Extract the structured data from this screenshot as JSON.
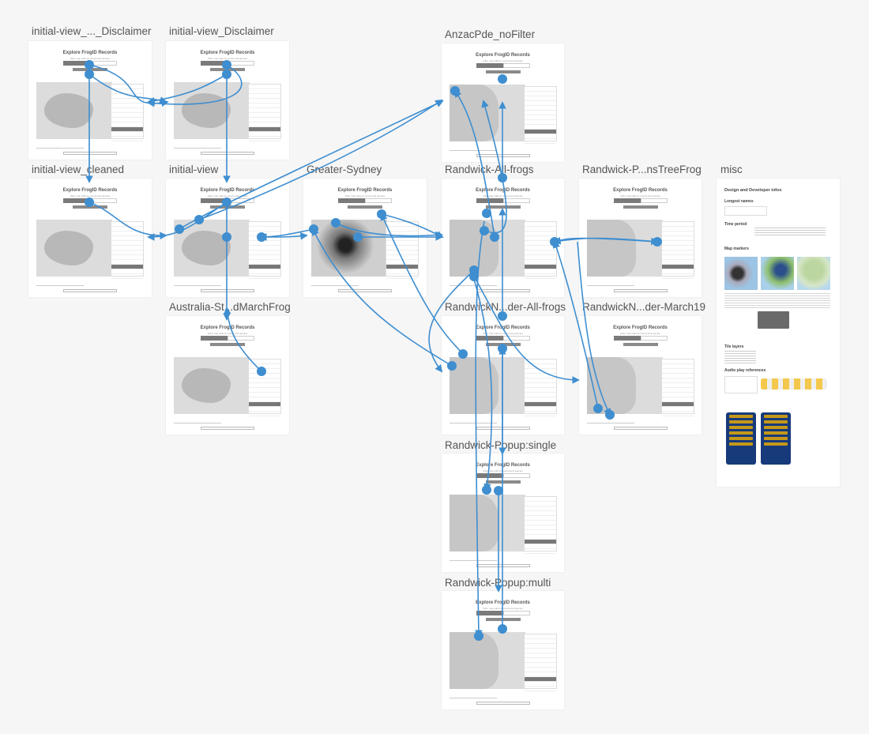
{
  "canvas": {
    "background": "#f6f6f6",
    "link_color": "#3e8ed0"
  },
  "artboards": [
    {
      "id": "a1",
      "title": "initial-view_..._Disclaimer",
      "heading": "Explore FrogID Records",
      "subtitle": "Filter map calls by record and species"
    },
    {
      "id": "a2",
      "title": "initial-view_Disclaimer",
      "heading": "Explore FrogID Records",
      "subtitle": "Filter map calls by record and species"
    },
    {
      "id": "a3",
      "title": "AnzacPde_noFilter",
      "heading": "Explore FrogID Records",
      "subtitle": "Filter map calls by record and species"
    },
    {
      "id": "a4",
      "title": "initial-view_cleaned",
      "heading": "Explore FrogID Records",
      "subtitle": "Filter map calls by record and species"
    },
    {
      "id": "a5",
      "title": "initial-view",
      "heading": "Explore FrogID Records",
      "subtitle": "Filter map calls by record and species"
    },
    {
      "id": "a6",
      "title": "Greater-Sydney",
      "heading": "Explore FrogID Records",
      "subtitle": "Filter map calls by record and species"
    },
    {
      "id": "a7",
      "title": "Randwick-All-frogs",
      "heading": "Explore FrogID Records",
      "subtitle": "Filter map calls by record and species"
    },
    {
      "id": "a8",
      "title": "Randwick-P...nsTreeFrog",
      "heading": "Explore FrogID Records",
      "subtitle": "Filter map calls by record and species"
    },
    {
      "id": "a10",
      "title": "Australia-St...dMarchFrog",
      "heading": "Explore FrogID Records",
      "subtitle": "Filter map calls by record and species"
    },
    {
      "id": "a11",
      "title": "RandwickN...der-All-frogs",
      "heading": "Explore FrogID Records",
      "subtitle": "Filter map calls by record and species"
    },
    {
      "id": "a12",
      "title": "RandwickN...der-March19",
      "heading": "Explore FrogID Records",
      "subtitle": "Filter map calls by record and species"
    },
    {
      "id": "a13",
      "title": "Randwick-Popup:single",
      "heading": "Explore FrogID Records",
      "subtitle": "Filter map calls by record and species"
    },
    {
      "id": "a14",
      "title": "Randwick-Popup:multi",
      "heading": "Explore FrogID Records",
      "subtitle": "Filter map calls by record and species"
    }
  ],
  "misc": {
    "title": "misc",
    "heading": "Design and Developer infos",
    "sections": [
      "Longest names",
      "Time period",
      "Map markers",
      "Tile layers",
      "Audio play references"
    ]
  }
}
